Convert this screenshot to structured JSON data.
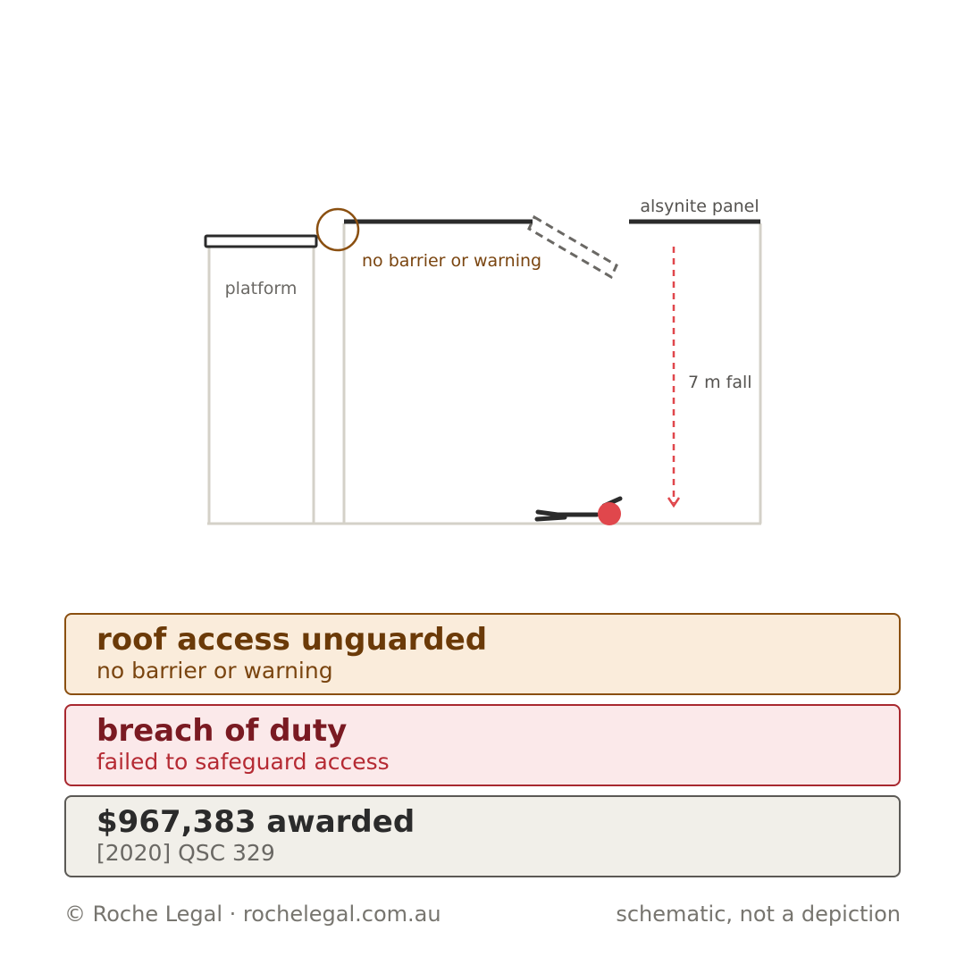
{
  "diagram": {
    "platform_label": "platform",
    "hazard_label": "no barrier or warning",
    "panel_label": "alsynite panel",
    "fall_label": "7 m fall"
  },
  "cards": {
    "warning": {
      "title": "roof access unguarded",
      "subtitle": "no barrier or warning"
    },
    "breach": {
      "title": "breach of duty",
      "subtitle": "failed to safeguard access"
    },
    "award": {
      "title": "$967,383 awarded",
      "subtitle": "[2020] QSC 329"
    }
  },
  "footer": {
    "left": "© Roche Legal · rochelegal.com.au",
    "right": "schematic, not a depiction"
  },
  "colors": {
    "wall": "#d4d1c8",
    "roof": "#2b2b2b",
    "hazard": "#8a4f10",
    "fall_arrow": "#e0474c",
    "figure_head": "#e0474c"
  }
}
